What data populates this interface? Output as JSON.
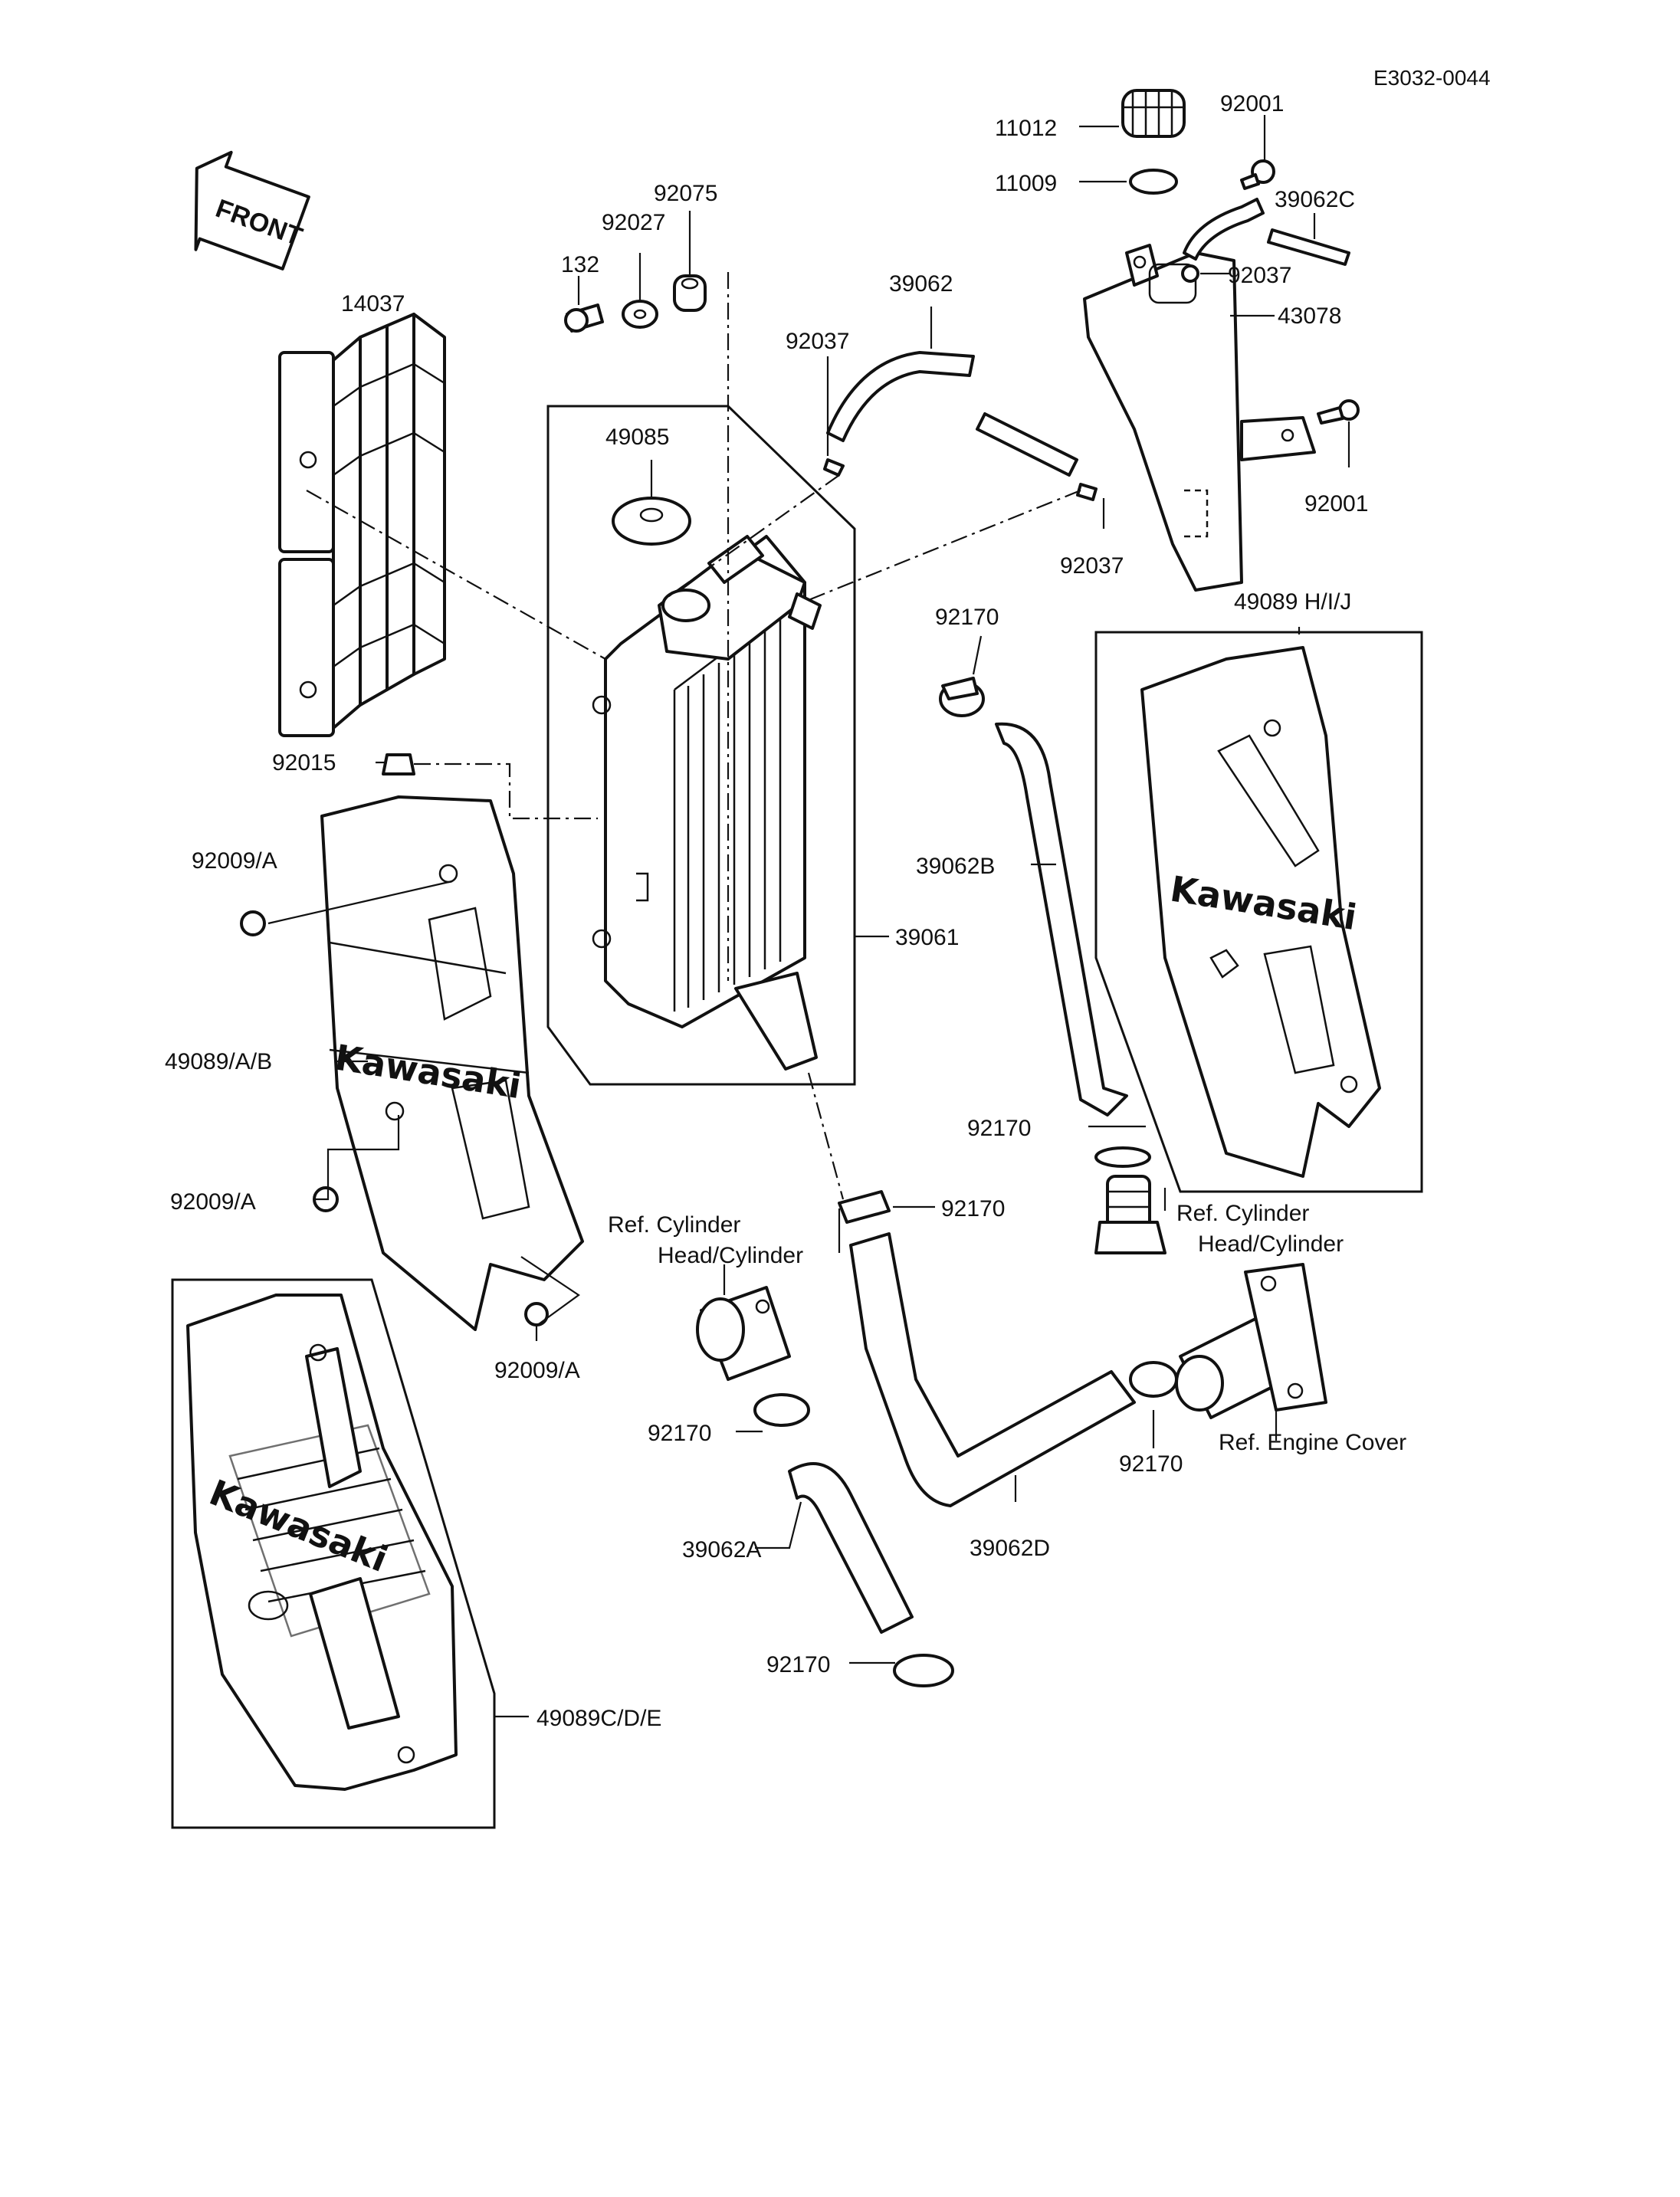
{
  "diagram_code": "E3032-0044",
  "front_label": "FRONT",
  "brand": "Kawasaki",
  "parts": {
    "cap": "11012",
    "cap_gasket": "11009",
    "bolt_top": "92001",
    "bolt_side": "92001",
    "overflow_tube": "39062C",
    "clamp_tank": "92037",
    "reserve_tank": "43078",
    "bolt_132": "132",
    "washer_92027": "92027",
    "grommet_92075": "92075",
    "grille": "14037",
    "hose_top": "39062",
    "clamp_top_left": "92037",
    "clamp_top_right": "92037",
    "radiator_cap": "49085",
    "hose_clamp_upper": "92170",
    "shroud_right": "49089 H/I/J",
    "nut_92015": "92015",
    "screw_a1": "92009/A",
    "shroud_left": "49089/A/B",
    "screw_a2": "92009/A",
    "screw_a3": "92009/A",
    "radiator": "39061",
    "hose_b": "39062B",
    "hose_clamp_b": "92170",
    "hose_clamp_mid": "92170",
    "ref_cyl_left_1": "Ref. Cylinder",
    "ref_cyl_left_2": "Head/Cylinder",
    "ref_cyl_right_1": "Ref. Cylinder",
    "ref_cyl_right_2": "Head/Cylinder",
    "hose_clamp_a_top": "92170",
    "hose_a": "39062A",
    "hose_clamp_a_bottom": "92170",
    "hose_d": "39062D",
    "hose_clamp_d": "92170",
    "ref_engine_cover": "Ref. Engine Cover",
    "shroud_lower": "49089C/D/E"
  }
}
